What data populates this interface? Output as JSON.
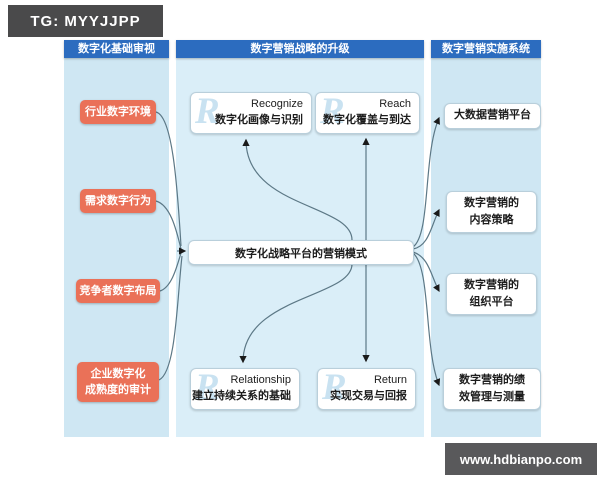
{
  "badges": {
    "tg_label": "TG: MYYJJPP",
    "site_label": "www.hdbianpo.com"
  },
  "columns": {
    "left": {
      "header": "数字化基础审视",
      "items": [
        {
          "lines": [
            "行业数字环境"
          ]
        },
        {
          "lines": [
            "需求数字行为"
          ]
        },
        {
          "lines": [
            "竞争者数字布局"
          ]
        },
        {
          "lines": [
            "企业数字化",
            "成熟度的审计"
          ]
        }
      ]
    },
    "middle": {
      "header": "数字营销战略的升级",
      "center_label": "数字化战略平台的营销模式",
      "r_boxes": [
        {
          "watermark": "R",
          "en": "Recognize",
          "zh": "数字化画像与识别"
        },
        {
          "watermark": "R",
          "en": "Reach",
          "zh": "数字化覆盖与到达"
        },
        {
          "watermark": "R",
          "en": "Relationship",
          "zh": "建立持续关系的基础"
        },
        {
          "watermark": "R",
          "en": "Return",
          "zh": "实现交易与回报"
        }
      ]
    },
    "right": {
      "header": "数字营销实施系统",
      "items": [
        {
          "lines": [
            "大数据营销平台"
          ]
        },
        {
          "lines": [
            "数字营销的",
            "内容策略"
          ]
        },
        {
          "lines": [
            "数字营销的",
            "组织平台"
          ]
        },
        {
          "lines": [
            "数字营销的绩",
            "效管理与测量"
          ]
        }
      ]
    }
  },
  "colors": {
    "header_blue": "#2c6cbf",
    "side_column_bg": "#cfe7f3",
    "middle_column_bg": "#daeef8",
    "orange_box": "#ea7158",
    "badge_dark": "#4a4a4b",
    "arrow_stroke": "#5c7886"
  }
}
